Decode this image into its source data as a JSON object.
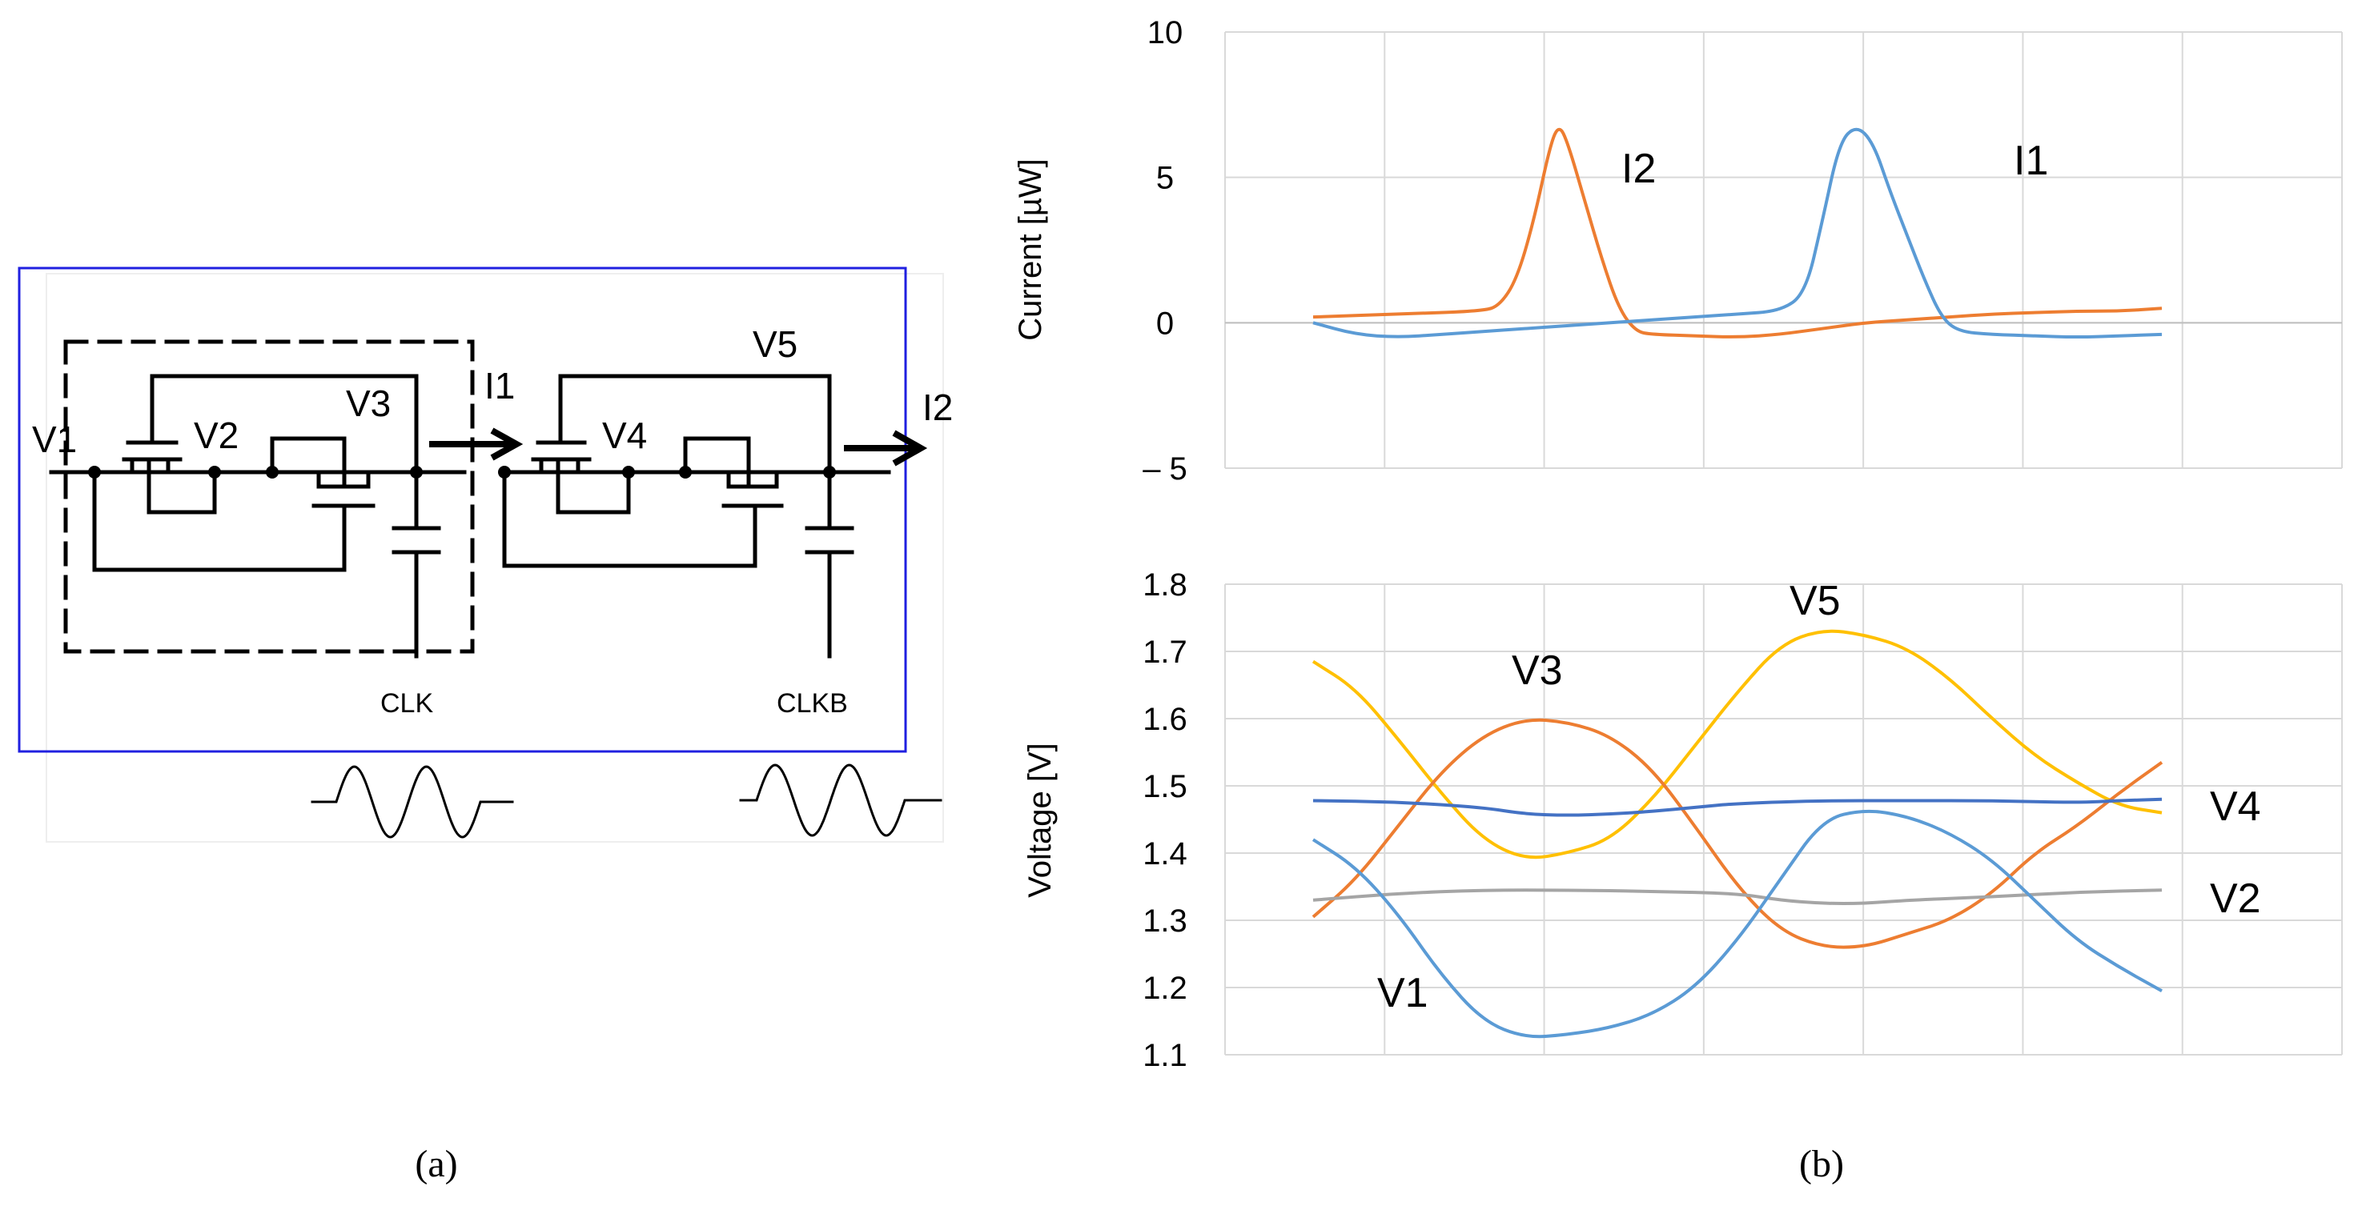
{
  "circuit": {
    "labels": {
      "v1": "V1",
      "v2": "V2",
      "v3": "V3",
      "v4": "V4",
      "v5": "V5",
      "i1": "I1",
      "i2": "I2",
      "clk": "CLK",
      "clkb": "CLKB"
    }
  },
  "captions": {
    "a": "(a)",
    "b": "(b)"
  },
  "chart_data": [
    {
      "type": "line",
      "ylabel": "Current [µW]",
      "xlabel": "",
      "ylim": [
        -5,
        10
      ],
      "yticks": [
        10,
        5,
        0,
        -5
      ],
      "ytick_labels": [
        "10",
        "5",
        "0",
        "– 5"
      ],
      "x_gridlines": 7,
      "grid": true,
      "xlim": [
        0,
        100
      ],
      "series": [
        {
          "name": "I2",
          "color": "#ED7D31",
          "x": [
            0,
            10,
            20,
            22,
            24,
            26,
            28,
            29,
            30,
            32,
            34,
            36,
            38,
            40,
            45,
            50,
            55,
            60,
            65,
            70,
            75,
            80,
            85,
            90,
            95,
            100
          ],
          "y": [
            0.2,
            0.3,
            0.4,
            0.6,
            1.5,
            3.5,
            6.2,
            6.8,
            6.2,
            4.2,
            2.2,
            0.5,
            -0.3,
            -0.4,
            -0.45,
            -0.5,
            -0.4,
            -0.2,
            0.0,
            0.1,
            0.2,
            0.3,
            0.35,
            0.4,
            0.4,
            0.5
          ]
        },
        {
          "name": "I1",
          "color": "#5B9BD5",
          "x": [
            0,
            5,
            10,
            15,
            20,
            25,
            30,
            35,
            40,
            45,
            50,
            55,
            58,
            60,
            62,
            64,
            66,
            68,
            70,
            72,
            74,
            76,
            80,
            85,
            90,
            95,
            100
          ],
          "y": [
            0.0,
            -0.4,
            -0.5,
            -0.4,
            -0.3,
            -0.2,
            -0.1,
            0.0,
            0.1,
            0.2,
            0.3,
            0.4,
            1.0,
            3.5,
            6.2,
            6.8,
            6.2,
            4.5,
            3.0,
            1.5,
            0.2,
            -0.3,
            -0.4,
            -0.45,
            -0.5,
            -0.45,
            -0.4
          ]
        }
      ],
      "annotations": [
        "I2",
        "I1"
      ]
    },
    {
      "type": "line",
      "ylabel": "Voltage [V]",
      "xlabel": "",
      "ylim": [
        1.1,
        1.8
      ],
      "yticks": [
        1.8,
        1.7,
        1.6,
        1.5,
        1.4,
        1.3,
        1.2,
        1.1
      ],
      "ytick_labels": [
        "1.8",
        "1.7",
        "1.6",
        "1.5",
        "1.4",
        "1.3",
        "1.2",
        "1.1"
      ],
      "x_gridlines": 7,
      "grid": true,
      "xlim": [
        0,
        100
      ],
      "series": [
        {
          "name": "V5",
          "color": "#FFC000",
          "x": [
            0,
            5,
            10,
            15,
            20,
            25,
            30,
            35,
            40,
            45,
            50,
            55,
            60,
            65,
            70,
            75,
            80,
            85,
            90,
            95,
            100
          ],
          "y": [
            1.685,
            1.645,
            1.57,
            1.49,
            1.42,
            1.39,
            1.4,
            1.42,
            1.48,
            1.56,
            1.64,
            1.71,
            1.733,
            1.725,
            1.705,
            1.66,
            1.6,
            1.545,
            1.505,
            1.47,
            1.46
          ]
        },
        {
          "name": "V3",
          "color": "#ED7D31",
          "x": [
            0,
            5,
            10,
            15,
            20,
            25,
            30,
            35,
            40,
            45,
            50,
            55,
            60,
            65,
            70,
            75,
            80,
            85,
            90,
            95,
            100
          ],
          "y": [
            1.305,
            1.36,
            1.44,
            1.52,
            1.575,
            1.6,
            1.595,
            1.575,
            1.525,
            1.44,
            1.35,
            1.285,
            1.26,
            1.26,
            1.28,
            1.3,
            1.34,
            1.4,
            1.44,
            1.49,
            1.535
          ]
        },
        {
          "name": "V4",
          "color": "#4472C4",
          "x": [
            0,
            10,
            20,
            25,
            30,
            35,
            40,
            45,
            50,
            60,
            70,
            80,
            90,
            95,
            100
          ],
          "y": [
            1.478,
            1.476,
            1.468,
            1.458,
            1.456,
            1.458,
            1.462,
            1.468,
            1.474,
            1.478,
            1.478,
            1.478,
            1.475,
            1.478,
            1.48
          ]
        },
        {
          "name": "V2",
          "color": "#A5A5A5",
          "x": [
            0,
            10,
            20,
            30,
            40,
            50,
            55,
            60,
            65,
            70,
            80,
            90,
            100
          ],
          "y": [
            1.33,
            1.34,
            1.345,
            1.345,
            1.343,
            1.34,
            1.33,
            1.325,
            1.325,
            1.33,
            1.335,
            1.342,
            1.345
          ]
        },
        {
          "name": "V1",
          "color": "#5B9BD5",
          "x": [
            0,
            5,
            10,
            15,
            20,
            25,
            30,
            35,
            40,
            45,
            50,
            55,
            60,
            65,
            70,
            75,
            80,
            85,
            90,
            95,
            100
          ],
          "y": [
            1.42,
            1.38,
            1.31,
            1.22,
            1.15,
            1.125,
            1.13,
            1.14,
            1.16,
            1.2,
            1.27,
            1.36,
            1.45,
            1.465,
            1.455,
            1.43,
            1.39,
            1.33,
            1.27,
            1.23,
            1.195
          ]
        }
      ],
      "annotations": [
        "V5",
        "V3",
        "V4",
        "V2",
        "V1"
      ]
    }
  ]
}
